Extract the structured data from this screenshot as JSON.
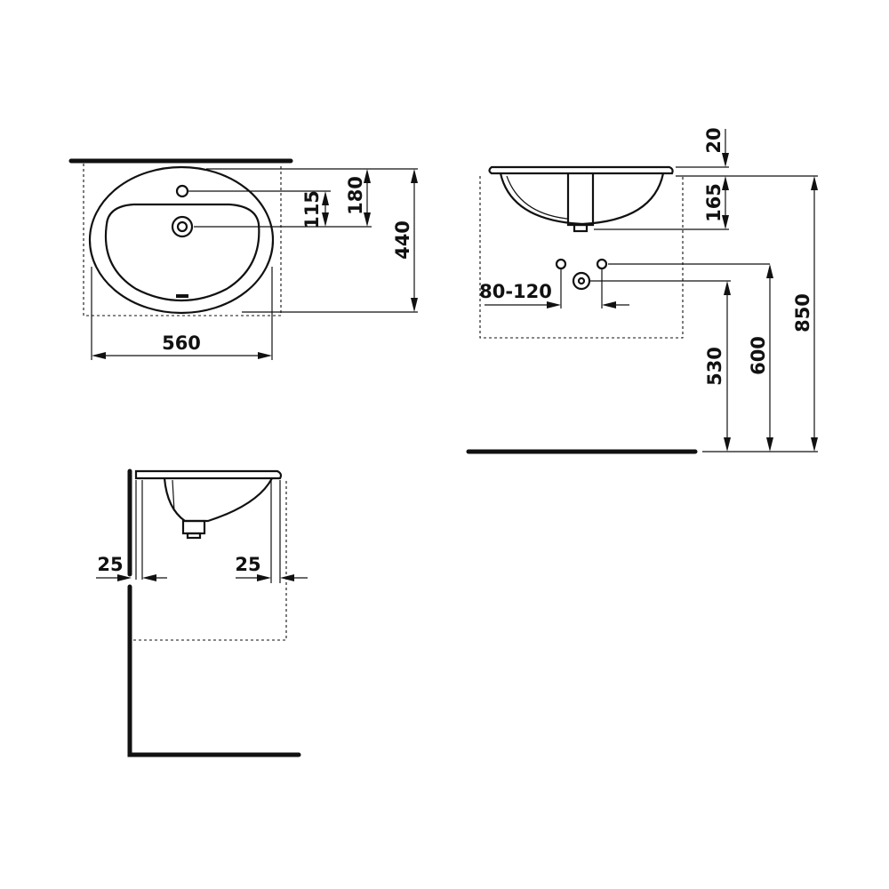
{
  "dimensions": {
    "top_view": {
      "width": "560",
      "depth": "440",
      "tap_hole_offset": "180",
      "drain_offset": "115"
    },
    "front_view": {
      "rim_height": "20",
      "bowl_depth": "165",
      "overall_height": "850",
      "supply_height": "600",
      "waste_height": "530",
      "supply_spacing": "80-120"
    },
    "side_view": {
      "left_clearance": "25",
      "right_clearance": "25"
    }
  }
}
